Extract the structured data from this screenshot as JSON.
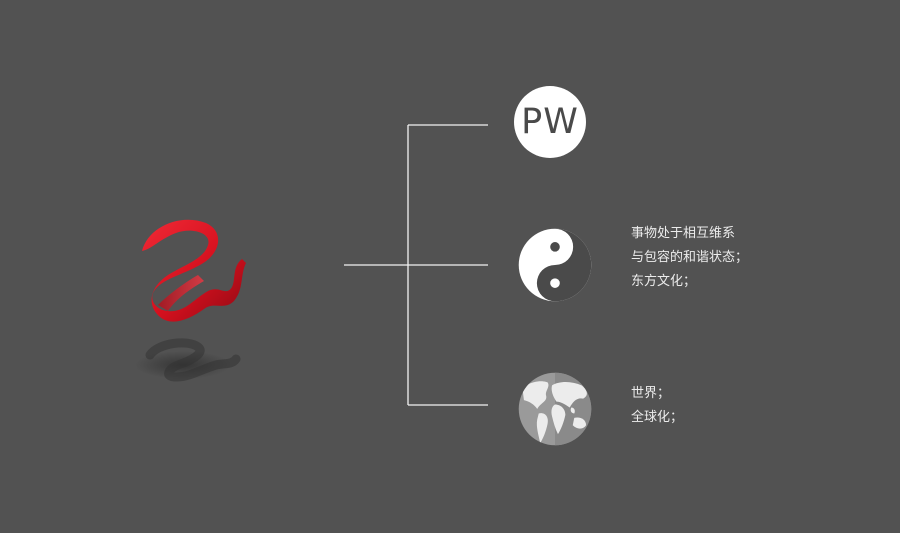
{
  "palette": {
    "background": "#525252",
    "logo_red": "#e0202c",
    "line": "#f2f2f2",
    "circle_fill": "#ffffff",
    "pw_text": "#4a4a4a"
  },
  "logo": {
    "icon": "red-ribbon-logo"
  },
  "items": [
    {
      "key": "pw",
      "icon": "pw-letters",
      "badge_text": "PW",
      "lines": []
    },
    {
      "key": "harmony",
      "icon": "yin-yang-icon",
      "lines": [
        "事物处于相互维系",
        "与包容的和谐状态；",
        "东方文化；"
      ]
    },
    {
      "key": "world",
      "icon": "globe-icon",
      "lines": [
        "世界；",
        "全球化；"
      ]
    }
  ]
}
